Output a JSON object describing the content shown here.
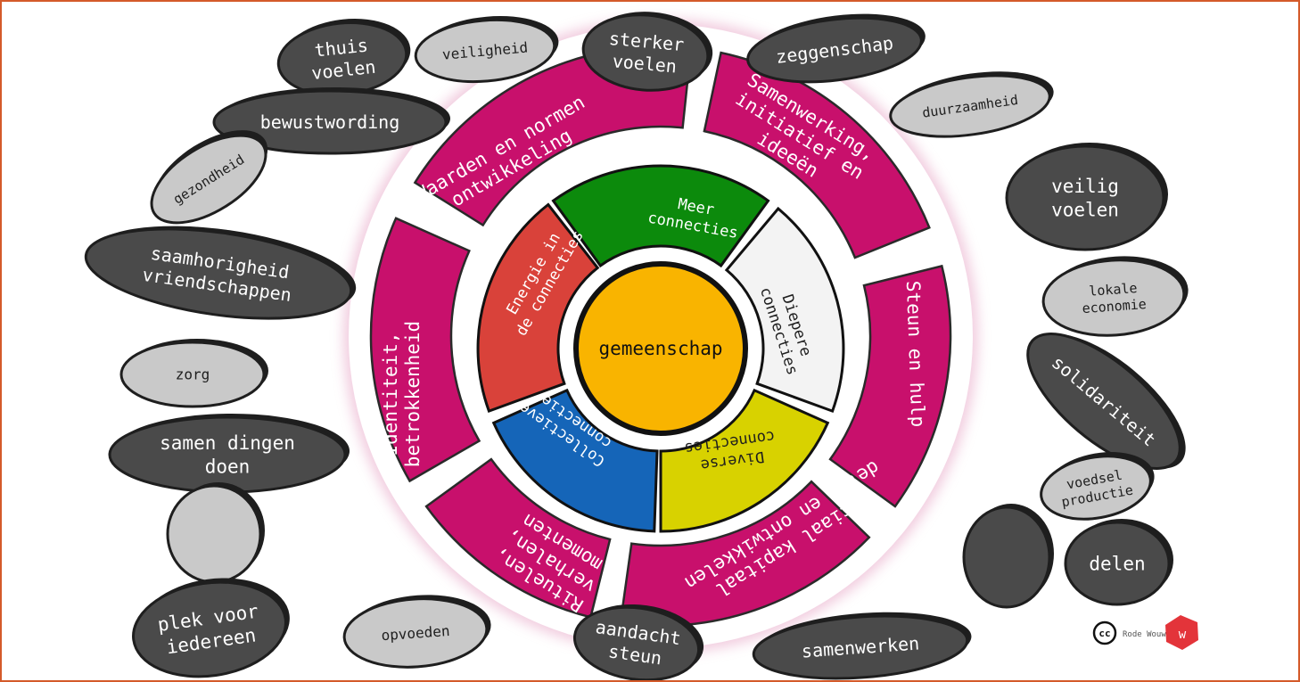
{
  "center": "gemeenschap",
  "inner_ring": [
    {
      "label": [
        "Meer",
        "connecties"
      ],
      "color": "#0c8a0c",
      "text_color": "#ffffff"
    },
    {
      "label": [
        "Diepere",
        "connecties"
      ],
      "color": "#f3f3f3",
      "text_color": "#1e1e1e"
    },
    {
      "label": [
        "Diverse",
        "connecties"
      ],
      "color": "#d8d200",
      "text_color": "#1e1e1e"
    },
    {
      "label": [
        "Collectieve",
        "connecties"
      ],
      "color": "#1565b8",
      "text_color": "#ffffff"
    },
    {
      "label": [
        "Energie in",
        "de connecties"
      ],
      "color": "#d9423a",
      "text_color": "#ffffff"
    }
  ],
  "outer_ring": [
    {
      "label": [
        "Samenwerking,",
        "initiatief en",
        "ideeën"
      ]
    },
    {
      "label": [
        "Steun en hulp"
      ]
    },
    {
      "label": [
        "Sociaal kapitaal",
        "delen en ontwikkelen"
      ]
    },
    {
      "label": [
        "Rituelen,",
        "verhalen,",
        "momenten"
      ]
    },
    {
      "label": [
        "Identiteit,",
        "betrokkenheid"
      ]
    },
    {
      "label": [
        "Waarden en normen",
        "ontwikkeling"
      ]
    }
  ],
  "stones": [
    {
      "label": [
        "thuis",
        "voelen"
      ],
      "style": "dark"
    },
    {
      "label": [
        "veiligheid"
      ],
      "style": "light"
    },
    {
      "label": [
        "sterker",
        "voelen"
      ],
      "style": "dark"
    },
    {
      "label": [
        "zeggenschap"
      ],
      "style": "dark"
    },
    {
      "label": [
        "duurzaamheid"
      ],
      "style": "light"
    },
    {
      "label": [
        "bewustwording"
      ],
      "style": "dark"
    },
    {
      "label": [
        "gezondheid"
      ],
      "style": "light"
    },
    {
      "label": [
        "saamhorigheid",
        "vriendschappen"
      ],
      "style": "dark"
    },
    {
      "label": [
        "veilig",
        "voelen"
      ],
      "style": "dark"
    },
    {
      "label": [
        "lokale",
        "economie"
      ],
      "style": "light"
    },
    {
      "label": [
        "zorg"
      ],
      "style": "light"
    },
    {
      "label": [
        "solidariteit"
      ],
      "style": "dark"
    },
    {
      "label": [
        "samen dingen",
        "doen"
      ],
      "style": "dark"
    },
    {
      "label": [
        "voedsel",
        "productie"
      ],
      "style": "light"
    },
    {
      "label": [],
      "style": "light"
    },
    {
      "label": [],
      "style": "dark"
    },
    {
      "label": [
        "delen"
      ],
      "style": "dark"
    },
    {
      "label": [
        "plek voor",
        "iedereen"
      ],
      "style": "dark"
    },
    {
      "label": [
        "opvoeden"
      ],
      "style": "light"
    },
    {
      "label": [
        "aandacht",
        "steun"
      ],
      "style": "dark"
    },
    {
      "label": [
        "samenwerken"
      ],
      "style": "dark"
    }
  ],
  "credit": {
    "badge": "cc",
    "text": "Rode Wouw"
  },
  "colors": {
    "ring": "#c8106c",
    "center": "#f9b400",
    "stone_dark": "#4a4a4a",
    "stone_light": "#c9c9c9",
    "frame": "#d45a2a"
  }
}
